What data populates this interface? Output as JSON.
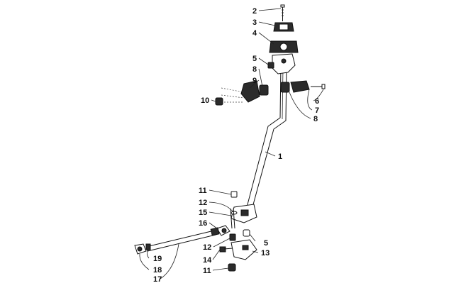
{
  "labels": {
    "l1": "1",
    "l2": "2",
    "l3": "3",
    "l4": "4",
    "l5a": "5",
    "l5b": "5",
    "l6": "6",
    "l7": "7",
    "l8a": "8",
    "l8b": "8",
    "l9": "9",
    "l10": "10",
    "l11a": "11",
    "l11b": "11",
    "l12a": "12",
    "l12b": "12",
    "l13": "13",
    "l14": "14",
    "l15": "15",
    "l16": "16",
    "l17": "17",
    "l18": "18",
    "l19": "19"
  }
}
